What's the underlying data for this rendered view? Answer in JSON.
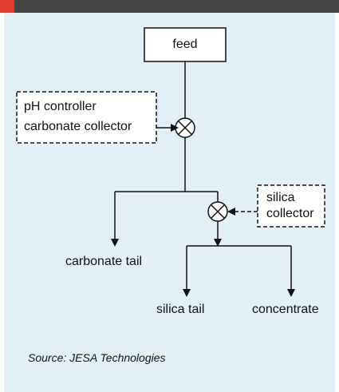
{
  "diagram": {
    "feed_label": "feed",
    "controller_line1": "pH controller",
    "controller_line2": "carbonate collector",
    "silica_collector_line1": "silica",
    "silica_collector_line2": "collector",
    "carbonate_tail_label": "carbonate tail",
    "silica_tail_label": "silica tail",
    "concentrate_label": "concentrate"
  },
  "source": "Source: JESA Technologies",
  "colors": {
    "background": "#e3f0f8",
    "top_bar": "#454545",
    "accent": "#e23a2c",
    "lines": "#111111",
    "box_fill": "#ffffff"
  }
}
